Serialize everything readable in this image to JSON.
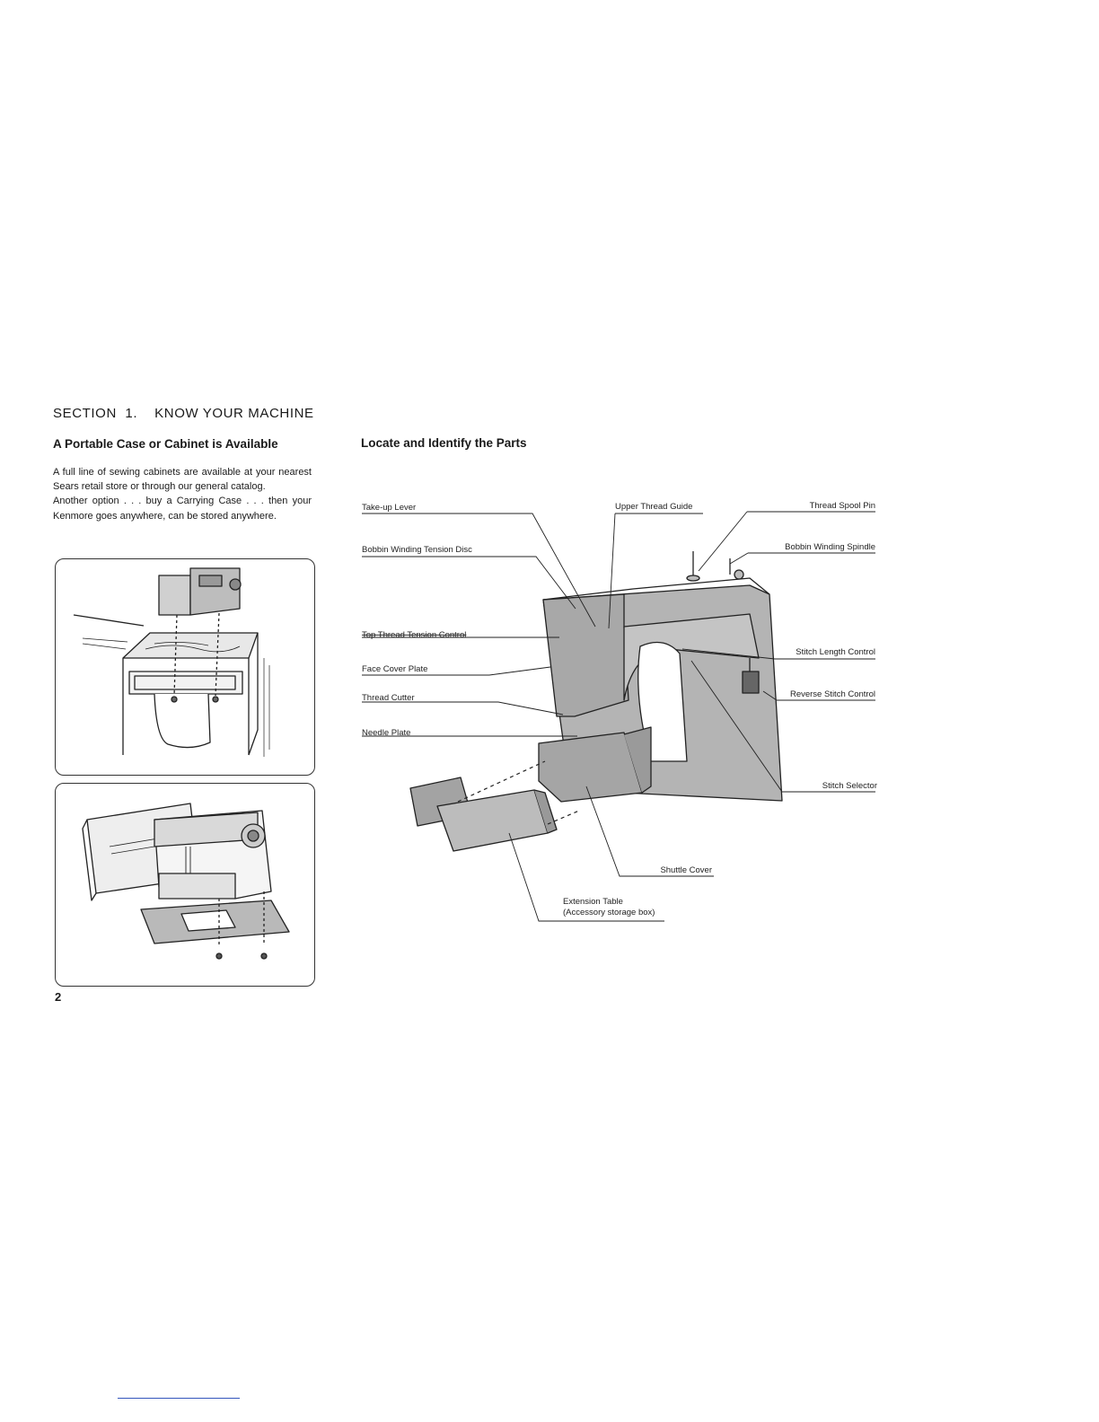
{
  "section": {
    "title": "SECTION  1.    KNOW YOUR MACHINE"
  },
  "left": {
    "heading": "A Portable Case or Cabinet is Available",
    "paragraphs": [
      "A full line of sewing cabinets are available at your nearest Sears retail store or through our general catalog.",
      "Another option . . . buy a Carrying Case . . . then your Kenmore goes anywhere, can be stored anywhere."
    ]
  },
  "right": {
    "heading": "Locate and Identify the Parts",
    "parts": {
      "take_up_lever": "Take-up Lever",
      "upper_thread_guide": "Upper Thread Guide",
      "thread_spool_pin": "Thread Spool Pin",
      "bobbin_winding_tension_disc": "Bobbin Winding Tension Disc",
      "bobbin_winding_spindle": "Bobbin Winding Spindle",
      "top_thread_tension_control": "Top Thread Tension Control",
      "stitch_length_control": "Stitch Length Control",
      "face_cover_plate": "Face Cover Plate",
      "reverse_stitch_control": "Reverse Stitch Control",
      "thread_cutter": "Thread Cutter",
      "needle_plate": "Needle Plate",
      "stitch_selector": "Stitch Selector",
      "shuttle_cover": "Shuttle Cover",
      "extension_table": "Extension Table",
      "accessory_storage_box": "(Accessory storage box)"
    }
  },
  "footer": {
    "page_number": "2"
  }
}
